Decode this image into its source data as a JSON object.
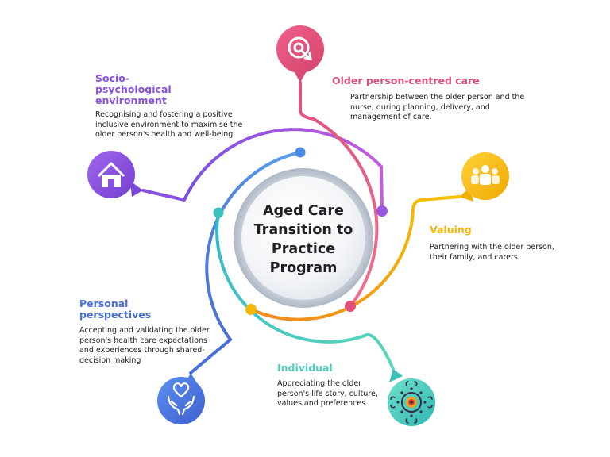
{
  "center": {
    "lines": [
      "Aged Care",
      "Transition to",
      "Practice",
      "Program"
    ]
  },
  "nodes": [
    {
      "key": "older-person-centred-care",
      "title": "Older person-centred care",
      "description": "Partnership between the older person and the nurse, during planning, delivery, and management of care.",
      "color": "#e0507a",
      "icon": "cursor-click-icon"
    },
    {
      "key": "valuing",
      "title": "Valuing",
      "description": "Partnering with the older person, their family, and carers",
      "color": "#f5b800",
      "icon": "people-group-icon"
    },
    {
      "key": "individual",
      "title": "Individual",
      "description": "Appreciating the older person's life story, culture, values and preferences",
      "color": "#4fcfbf",
      "icon": "aboriginal-art-icon"
    },
    {
      "key": "personal-perspectives",
      "title": "Personal perspectives",
      "description": "Accepting and validating the older person's health care expectations and experiences through shared-decision making",
      "color": "#4a6fd8",
      "icon": "heart-hands-icon"
    },
    {
      "key": "socio-psychological-environment",
      "title": "Socio-psychological environment",
      "description": "Recognising and fostering a positive inclusive environment to maximise the older person's health and well-being",
      "color": "#8a52e0",
      "icon": "home-icon"
    }
  ],
  "colors": {
    "pink": "#e0507a",
    "yellow": "#f5b800",
    "teal": "#4fcfbf",
    "blue": "#4a6fd8",
    "purple": "#8a52e0",
    "center_ring": "#c6cdd8"
  }
}
